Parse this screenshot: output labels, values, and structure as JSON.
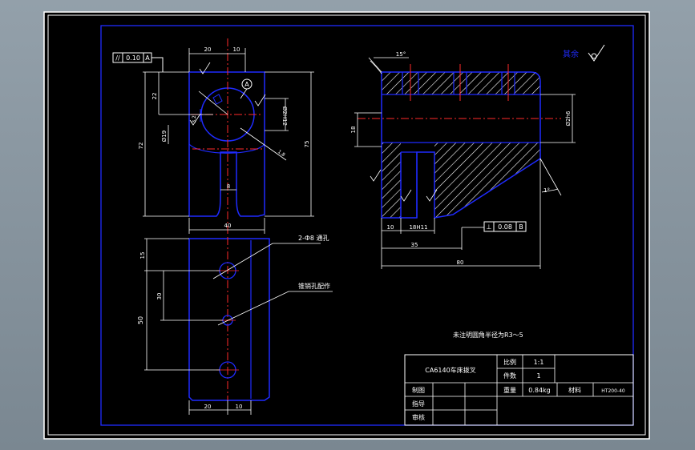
{
  "colors": {
    "background": "#000000",
    "outline": "#1f2bff",
    "center_line": "#ff2a2a",
    "dimension": "#ffffff",
    "border": "#ffffff",
    "hatch": "#ffffff"
  },
  "top_view": {
    "flatness": {
      "symbol": "//",
      "value": "0.10",
      "datum": "A"
    },
    "dims": {
      "w20": "20",
      "w10": "10",
      "h22": "22",
      "h72": "72",
      "h75": "75",
      "dia19": "Ø19",
      "dia2h12": "Ø2H12",
      "r8": "8",
      "w40": "40",
      "w8": "8",
      "h8": "8",
      "angle_small": "1.8",
      "h35": "3.2"
    },
    "datum_label": "A"
  },
  "section_view": {
    "angle_15": "15°",
    "angle_1": "1°",
    "dims": {
      "d18": "18",
      "d2h6": "Ø2h6",
      "w10": "10",
      "w18h11": "18H11",
      "w35": "35",
      "w80": "80"
    },
    "perp": {
      "symbol": "⊥",
      "value": "0.08",
      "datum": "B"
    },
    "roughness_other": "其余"
  },
  "bottom_view": {
    "label_holes": "2-Ф8 通孔",
    "label_taper": "锥销孔配作",
    "dims": {
      "d15": "15",
      "d30": "30",
      "d50": "50",
      "w20": "20",
      "w10": "10"
    }
  },
  "note": "未注明圆角半径为R3～5",
  "title_block": {
    "part_name": "CA6140车床拨叉",
    "scale_label": "比例",
    "scale_value": "1:1",
    "qty_label": "件数",
    "qty_value": "1",
    "weight_label": "重量",
    "weight_value": "0.84kg",
    "material_label": "材料",
    "material_value": "HT200-40",
    "drawn_label": "制图",
    "guide_label": "指导",
    "review_label": "审核"
  }
}
